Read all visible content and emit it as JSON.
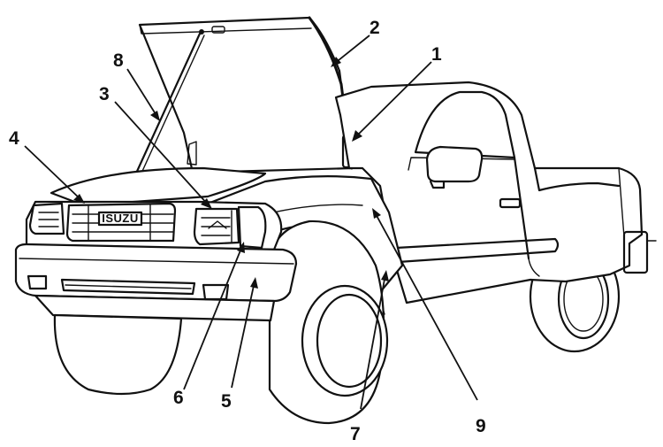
{
  "diagram": {
    "grille_badge": "ISUZU",
    "callouts": [
      {
        "id": "c1",
        "text": "1"
      },
      {
        "id": "c2",
        "text": "2"
      },
      {
        "id": "c3",
        "text": "3"
      },
      {
        "id": "c4",
        "text": "4"
      },
      {
        "id": "c5",
        "text": "5"
      },
      {
        "id": "c6",
        "text": "6"
      },
      {
        "id": "c7",
        "text": "7"
      },
      {
        "id": "c8",
        "text": "8"
      },
      {
        "id": "c9",
        "text": "9"
      }
    ]
  }
}
